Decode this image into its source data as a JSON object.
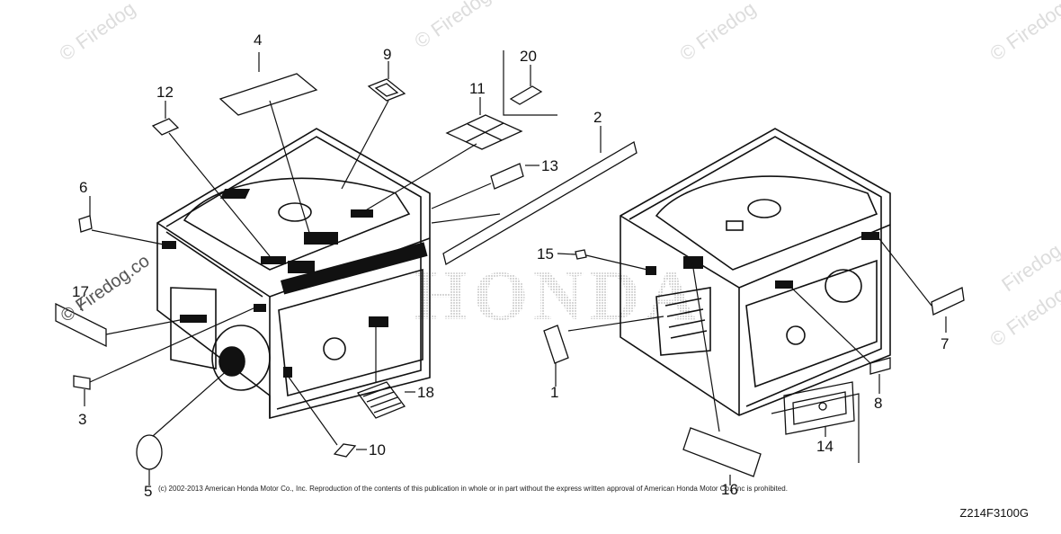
{
  "watermark": {
    "text": "Firedog",
    "copy_symbol": "©",
    "site": "Firedog.co"
  },
  "brand_watermark": "HONDA",
  "callouts": [
    "1",
    "2",
    "3",
    "4",
    "5",
    "6",
    "7",
    "8",
    "9",
    "10",
    "11",
    "12",
    "13",
    "14",
    "15",
    "16",
    "17",
    "18",
    "20"
  ],
  "copyright": "(c) 2002-2013 American Honda Motor Co., Inc. Reproduction of the contents of this publication in whole or in part without the express written approval of American Honda Motor Co., Inc is prohibited.",
  "diagram_code": "Z214F3100G"
}
